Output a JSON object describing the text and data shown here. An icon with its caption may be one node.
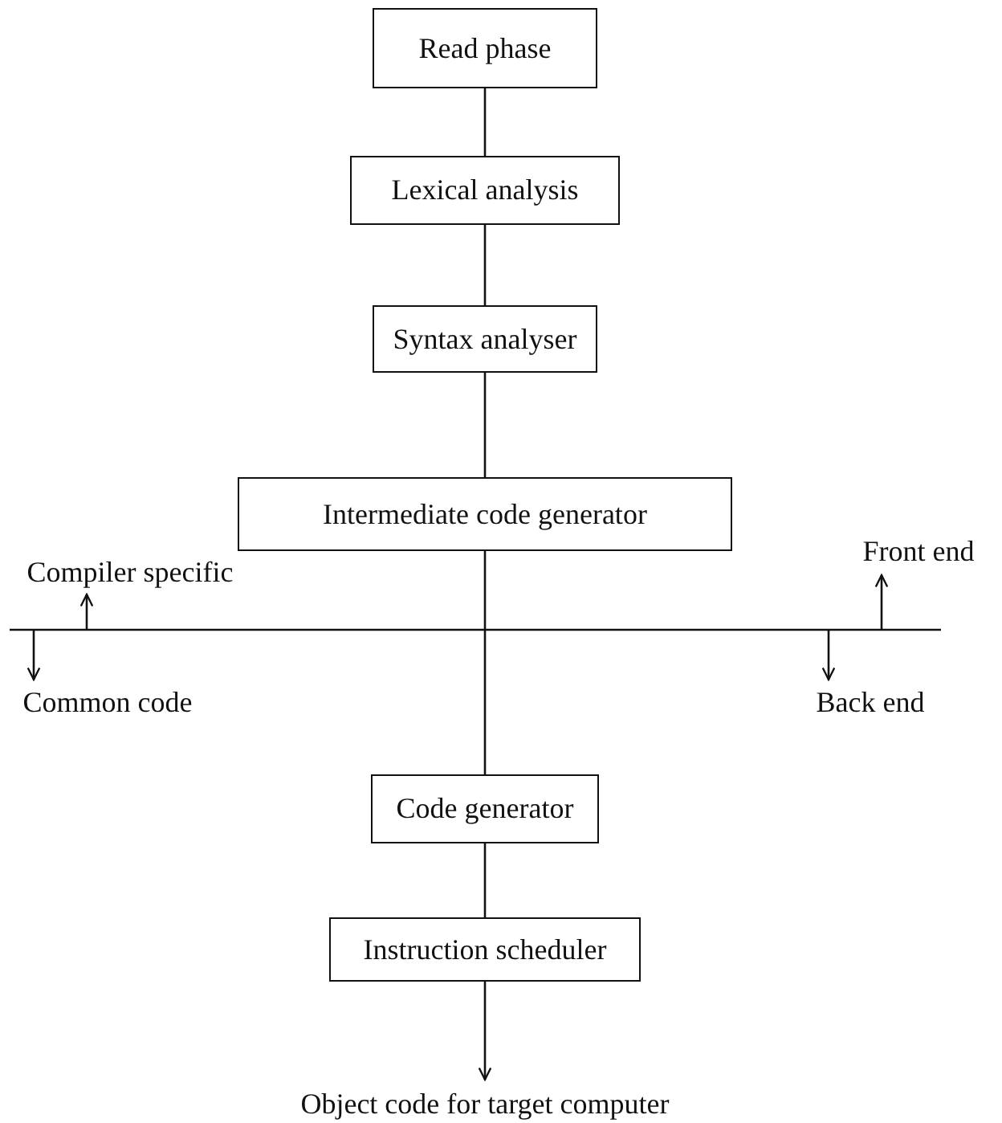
{
  "diagram": {
    "nodes": [
      {
        "text": [
          "Read phase"
        ]
      },
      {
        "text": [
          "Lexical analysis"
        ]
      },
      {
        "text": [
          "Syntax analyser"
        ]
      },
      {
        "text": [
          "Intermediate code generator"
        ]
      },
      {
        "text": [
          "Code generator"
        ]
      },
      {
        "text": [
          "Instruction scheduler"
        ]
      },
      {
        "text": [
          "Object code for target computer"
        ]
      },
      {
        "text": [
          "Compiler specific"
        ]
      },
      {
        "text": [
          "Front end"
        ]
      },
      {
        "text": [
          "Common code"
        ]
      },
      {
        "text": [
          "Back end"
        ]
      }
    ],
    "edges": [
      {
        "from": 0,
        "to": 1,
        "arrow": "none"
      },
      {
        "from": 1,
        "to": 2,
        "arrow": "none"
      },
      {
        "from": 2,
        "to": 3,
        "arrow": "none"
      },
      {
        "from": 3,
        "to": 4,
        "arrow": "none"
      },
      {
        "from": 4,
        "to": 5,
        "arrow": "none"
      },
      {
        "from": 5,
        "to": 6,
        "arrow": "to"
      },
      {
        "from": null,
        "to": 7,
        "arrow": "to"
      },
      {
        "from": null,
        "to": 8,
        "arrow": "to"
      },
      {
        "from": null,
        "to": 9,
        "arrow": "to"
      },
      {
        "from": null,
        "to": 10,
        "arrow": "to"
      }
    ]
  }
}
